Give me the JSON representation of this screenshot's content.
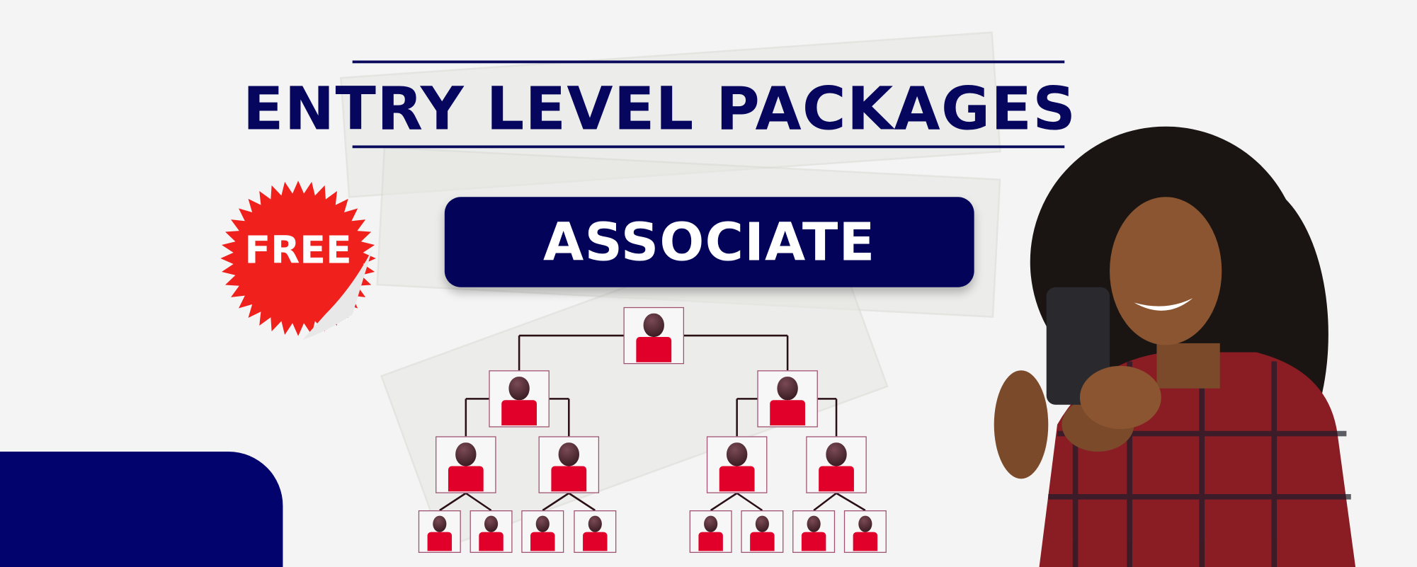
{
  "banner": {
    "title": "ENTRY LEVEL PACKAGES",
    "badge_label": "FREE",
    "package_name": "ASSOCIATE"
  },
  "colors": {
    "navy": "#03035a",
    "red": "#e0002a",
    "background": "#f4f4f4"
  },
  "org_chart": {
    "levels": [
      1,
      2,
      4,
      8
    ]
  }
}
